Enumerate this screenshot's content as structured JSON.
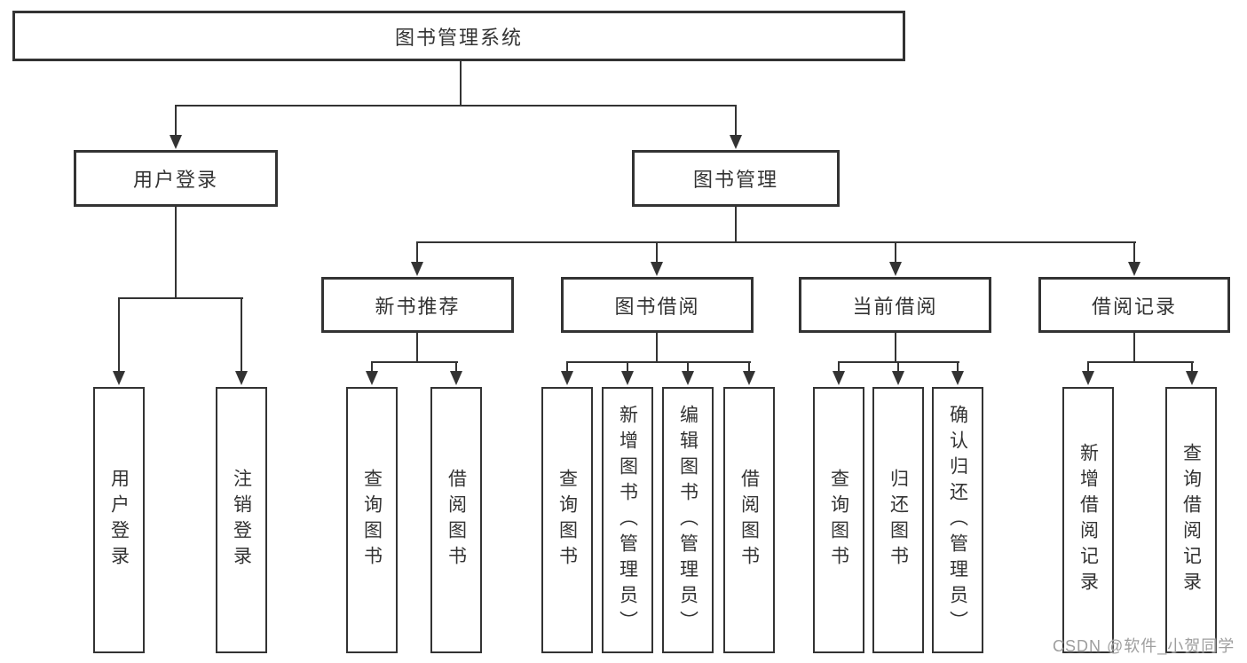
{
  "diagram_title": "图书管理系统",
  "colors": {
    "line": "#333333",
    "text": "#333333",
    "background": "#ffffff",
    "watermark": "#9e9e9e"
  },
  "nodes": {
    "root": "图书管理系统",
    "l2": [
      "用户登录",
      "图书管理"
    ],
    "l3": [
      "新书推荐",
      "图书借阅",
      "当前借阅",
      "借阅记录"
    ],
    "leaves": {
      "login": [
        "用户登录",
        "注销登录"
      ],
      "newbook": [
        "查询图书",
        "借阅图书"
      ],
      "borrow": [
        "查询图书",
        "新增图书（管理员）",
        "编辑图书（管理员）",
        "借阅图书"
      ],
      "current": [
        "查询图书",
        "归还图书",
        "确认归还（管理员）"
      ],
      "records": [
        "新增借阅记录",
        "查询借阅记录"
      ]
    }
  },
  "watermark": {
    "text": "CSDN @软件_小贺同学"
  }
}
